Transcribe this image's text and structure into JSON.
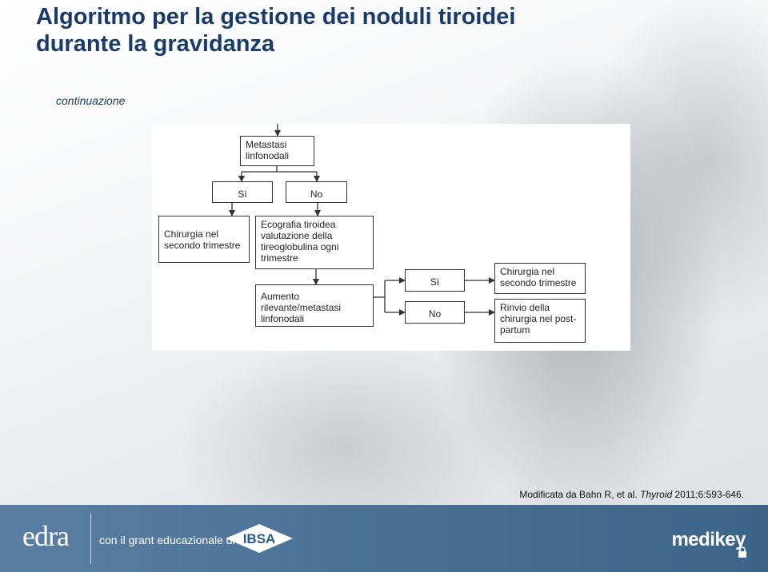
{
  "title": {
    "line1": "Algoritmo per la gestione dei noduli tiroidei",
    "line2": "durante la gravidanza"
  },
  "subtitle": "continuazione",
  "flowchart": {
    "metastasi": "Metastasi linfonodali",
    "si_1": "Sì",
    "no_1": "No",
    "chirurgia_1": "Chirurgia nel secondo trimestre",
    "ecografia": "Ecografia tiroidea valutazione della tireoglobulina ogni trimestre",
    "aumento": "Aumento rilevante/metastasi linfonodali",
    "si_2": "Sì",
    "no_2": "No",
    "chirurgia_2": "Chirurgia nel secondo trimestre",
    "rinvio": "Rinvio della chirurgia nel post-partum"
  },
  "citation": {
    "prefix": "Modificata da Bahn R, et al.",
    "journal": "Thyroid",
    "suffix": "2011;6:593-646."
  },
  "footer": {
    "edra_logo": "edra",
    "grant_text": "con il grant educazionale di",
    "ibsa_logo": "IBSA",
    "medikey_logo": "medikey"
  }
}
